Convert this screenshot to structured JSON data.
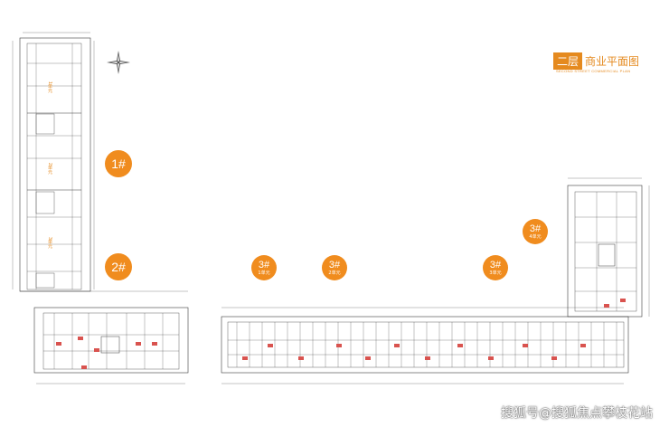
{
  "legend": {
    "badge": "二层",
    "title": "商业平面图",
    "subtitle": "SECOND STREET COMMERCIAL PLAN"
  },
  "markers": [
    {
      "num": "1#",
      "sub": ""
    },
    {
      "num": "2#",
      "sub": ""
    },
    {
      "num": "3#",
      "sub": "1单元"
    },
    {
      "num": "3#",
      "sub": "2单元"
    },
    {
      "num": "3#",
      "sub": "3单元"
    },
    {
      "num": "3#",
      "sub": "4单元"
    }
  ],
  "units_left": [
    "1单元",
    "2单元",
    "3单元"
  ],
  "watermark": "搜狐号@搜狐焦点攀枝花站",
  "colors": {
    "accent": "#f08c1e",
    "line": "#3a3a3a",
    "shop": "#d9534f"
  },
  "icons": {
    "compass": "compass-rose-icon"
  }
}
